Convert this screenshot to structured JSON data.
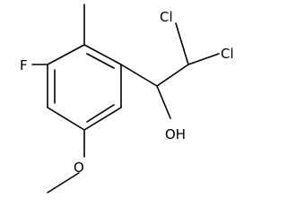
{
  "molecule": {
    "atom_labels": {
      "chlorine_1": "Cl",
      "chlorine_2": "Cl",
      "hydroxyl": "OH",
      "fluorine": "F",
      "methoxy_oxygen": "O"
    },
    "colors": {
      "bond": "#000000",
      "text": "#000000",
      "background": "#ffffff"
    }
  }
}
